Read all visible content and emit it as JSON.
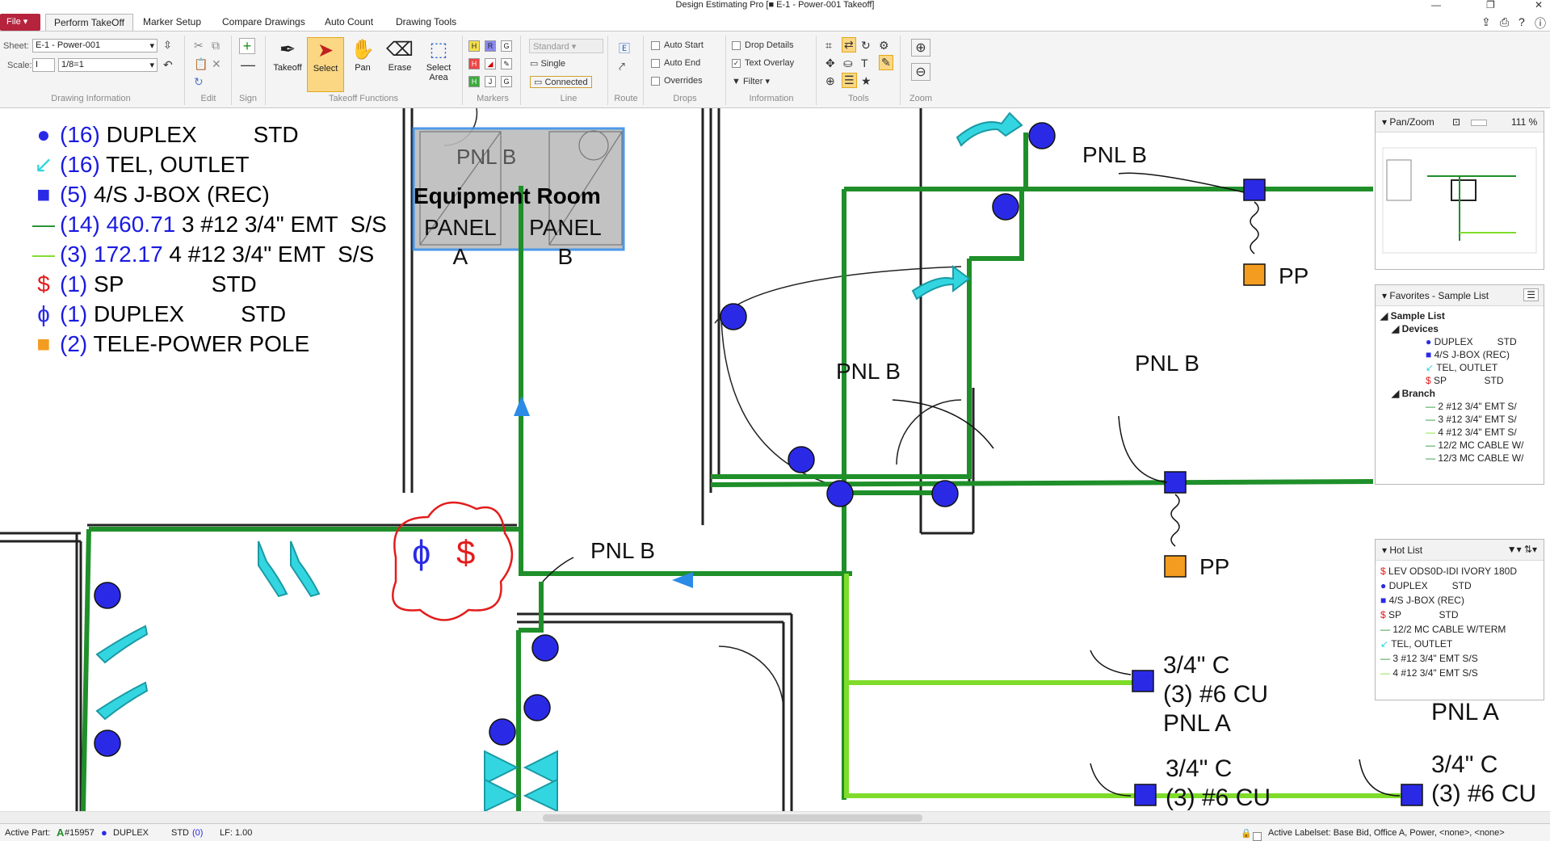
{
  "window": {
    "title": "Design Estimating Pro [■ E-1 - Power-001 Takeoff]"
  },
  "menu": {
    "file": "File ▾",
    "tabs": [
      "Perform TakeOff",
      "Marker Setup",
      "Compare Drawings",
      "Auto Count",
      "Drawing Tools"
    ]
  },
  "ribbon": {
    "sheet_label": "Sheet:",
    "sheet_value": "E-1 - Power-001",
    "scale_label": "Scale:",
    "scale_unit": "I",
    "scale_value": "1/8=1",
    "groups": [
      "Drawing Information",
      "Edit",
      "Sign",
      "Takeoff Functions",
      "Markers",
      "Line",
      "Route",
      "Drops",
      "Information",
      "Tools",
      "Zoom"
    ],
    "takeoff": "Takeoff",
    "select": "Select",
    "pan": "Pan",
    "erase": "Erase",
    "select_area": "Select Area",
    "line_standard": "Standard",
    "line_single": "Single",
    "line_connected": "Connected",
    "auto_start": "Auto Start",
    "auto_end": "Auto End",
    "overrides": "Overrides",
    "drop_details": "Drop Details",
    "text_overlay": "Text Overlay",
    "filter": "Filter"
  },
  "legend": [
    {
      "icon": "blue-circle",
      "count": "(16)",
      "text": " DUPLEX         STD"
    },
    {
      "icon": "cyan-arrow",
      "count": "(16)",
      "text": " TEL, OUTLET"
    },
    {
      "icon": "blue-square",
      "count": "(5)",
      "text": " 4/S J-BOX (REC)"
    },
    {
      "icon": "dark-green-line",
      "count": "(14) 460.71",
      "text": " 3 #12 3/4\" EMT  S/S"
    },
    {
      "icon": "light-green-line",
      "count": "(3) 172.17",
      "text": " 4 #12 3/4\" EMT  S/S"
    },
    {
      "icon": "dollar",
      "count": "(1)",
      "text": " SP              STD"
    },
    {
      "icon": "phi",
      "count": "(1)",
      "text": " DUPLEX         STD"
    },
    {
      "icon": "orange-square",
      "count": "(2)",
      "text": " TELE-POWER POLE"
    }
  ],
  "drawing": {
    "equipment_room": "Equipment Room",
    "pnl_b": "PNL B",
    "panel_a": "PANEL\nA",
    "panel_b": "PANEL\nB",
    "pp": "PP",
    "conduit": "3/4\" C",
    "wire": "(3) #6 CU",
    "pnl_a": "PNL A"
  },
  "panzoom": {
    "title": "Pan/Zoom",
    "zoom": "111 %"
  },
  "favorites": {
    "title": "Favorites - Sample List",
    "root": "Sample List",
    "devices": "Devices",
    "device_items": [
      "DUPLEX         STD",
      "4/S J-BOX (REC)",
      "TEL, OUTLET",
      "SP              STD"
    ],
    "branch": "Branch",
    "branch_items": [
      "2 #12 3/4\" EMT  S/",
      "3 #12 3/4\" EMT  S/",
      "4 #12 3/4\" EMT  S/",
      "12/2 MC CABLE W/",
      "12/3 MC CABLE W/"
    ]
  },
  "hotlist": {
    "title": "Hot List",
    "items": [
      "LEV ODS0D-IDI IVORY 180D",
      "DUPLEX         STD",
      "4/S J-BOX (REC)",
      "SP              STD",
      "12/2 MC CABLE W/TERM",
      "TEL, OUTLET",
      "3 #12 3/4\" EMT  S/S",
      "4 #12 3/4\" EMT  S/S"
    ]
  },
  "status": {
    "active_part_label": "Active Part:",
    "part_no": "#15957",
    "part_name": "DUPLEX",
    "std": "STD",
    "std_count": "(0)",
    "lf": "LF: 1.00",
    "labelset": "Active Labelset:  Base Bid, Office A, Power, <none>, <none>"
  }
}
